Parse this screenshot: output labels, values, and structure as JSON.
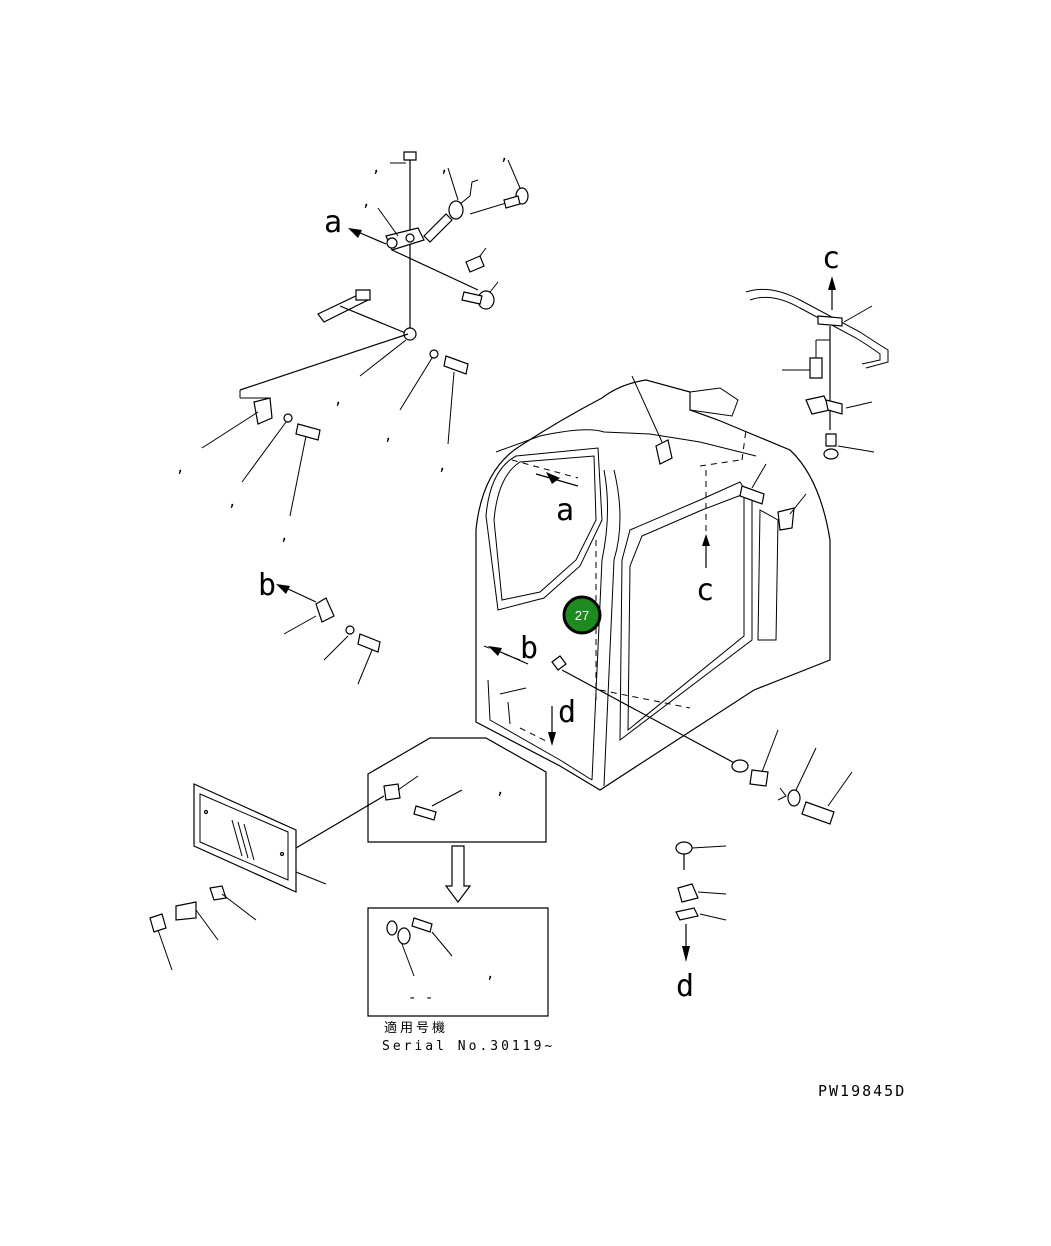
{
  "view_labels": {
    "a_top": "a",
    "a_cab": "a",
    "b_left": "b",
    "b_cab": "b",
    "c_top": "c",
    "c_cab": "c",
    "d_cab": "d",
    "d_bottom": "d"
  },
  "applicable_label": "適用号機",
  "serial_text": "Serial No.30119~",
  "drawing_code": "PW19845D",
  "callout": {
    "number": "27",
    "color": "#1f8a1f",
    "ring_color": "#000000"
  },
  "tick_marks": ",",
  "dash_marks": "- -"
}
